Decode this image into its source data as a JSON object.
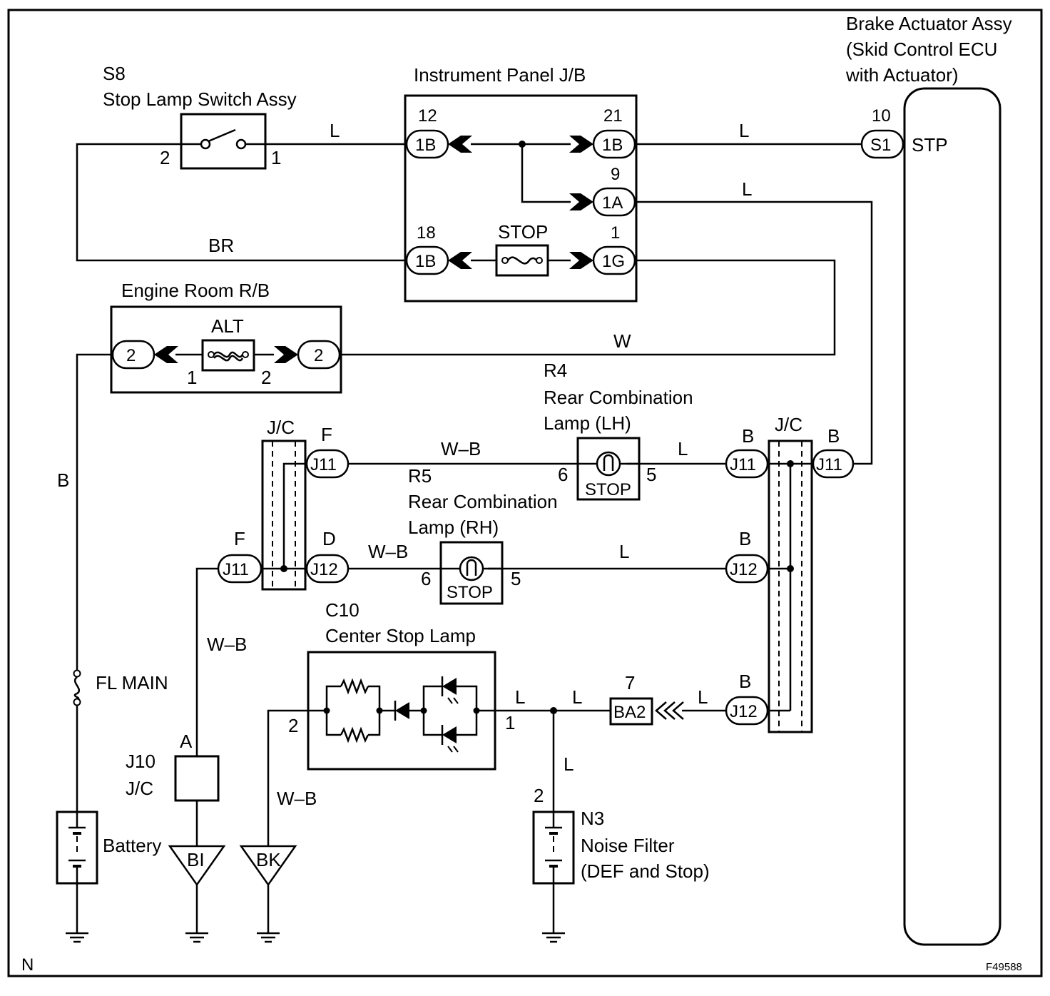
{
  "corner_label": "N",
  "figure_id": "F49588",
  "components": {
    "stop_lamp_switch": {
      "id": "S8",
      "name": "Stop Lamp Switch Assy",
      "pin_left": "2",
      "pin_right": "1"
    },
    "instrument_panel_jb": {
      "name": "Instrument Panel J/B",
      "fuse": "STOP",
      "connectors": [
        {
          "pin": "12",
          "code": "1B"
        },
        {
          "pin": "21",
          "code": "1B"
        },
        {
          "pin": "9",
          "code": "1A"
        },
        {
          "pin": "18",
          "code": "1B"
        },
        {
          "pin": "1",
          "code": "1G"
        }
      ]
    },
    "brake_actuator": {
      "name_line1": "Brake Actuator Assy",
      "name_line2": "(Skid Control ECU",
      "name_line3": "with Actuator)",
      "pin": "10",
      "connector": "S1",
      "terminal": "STP"
    },
    "engine_room_rb": {
      "name": "Engine Room R/B",
      "fuse": "ALT",
      "conn_left": "2",
      "conn_right": "2",
      "pin_left": "1",
      "pin_right": "2"
    },
    "rear_lamp_lh": {
      "id": "R4",
      "name_line1": "Rear Combination",
      "name_line2": "Lamp (LH)",
      "text": "STOP",
      "pin_left": "6",
      "pin_right": "5"
    },
    "rear_lamp_rh": {
      "id": "R5",
      "name_line1": "Rear Combination",
      "name_line2": "Lamp (RH)",
      "text": "STOP",
      "pin_left": "6",
      "pin_right": "5"
    },
    "jc_left": {
      "name": "J/C",
      "top_letter": "F",
      "mid_letter_left": "F",
      "mid_letter_right": "D",
      "conn_top": "J11",
      "conn_left": "J11",
      "conn_right": "J12"
    },
    "jc_right": {
      "name": "J/C",
      "letter": "B",
      "conn_top_left": "J11",
      "conn_top_right": "J11",
      "conn_mid": "J12",
      "conn_bottom": "J12"
    },
    "center_stop_lamp": {
      "id": "C10",
      "name": "Center Stop Lamp",
      "pin_left": "2",
      "pin_right": "1"
    },
    "ba2": {
      "pin": "7",
      "code": "BA2"
    },
    "j10": {
      "id": "J10",
      "name": "J/C",
      "letter": "A"
    },
    "battery": {
      "name": "Battery"
    },
    "fuse_fl": {
      "name": "FL MAIN"
    },
    "noise_filter": {
      "id": "N3",
      "name_line1": "Noise Filter",
      "name_line2": "(DEF and Stop)",
      "pin": "2"
    },
    "grounds": {
      "bi": "BI",
      "bk": "BK"
    }
  },
  "wires": {
    "switch_to_jb": "L",
    "jb_to_ecu": "L",
    "jb_1a": "L",
    "br": "BR",
    "w": "W",
    "b": "B",
    "lh_left": "W–B",
    "lh_right": "L",
    "rh_left": "W–B",
    "rh_right": "L",
    "jc_ground": "W–B",
    "csl_ground": "W–B",
    "csl_l1": "L",
    "csl_l2": "L",
    "ba2_l": "L",
    "nf_l": "L"
  }
}
